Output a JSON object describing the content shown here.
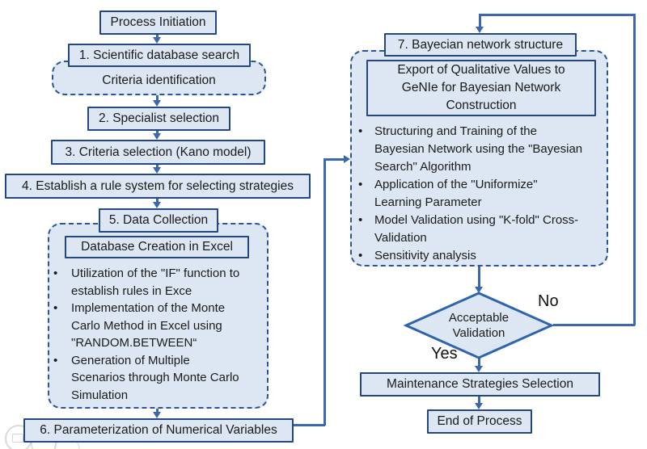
{
  "colors": {
    "box_fill": "#dce7f3",
    "box_border": "#24477e",
    "dashed_border": "#2e5496",
    "arrow": "#3a67ad",
    "diamond_border": "#2e64ab",
    "text": "#1a1a1a"
  },
  "left": {
    "process_initiation": "Process Initiation",
    "step1": "1. Scientific database search",
    "criteria": "Criteria identification",
    "step2": "2. Specialist selection",
    "step3": "3. Criteria selection (Kano model)",
    "step4": "4. Establish a rule system for selecting strategies",
    "step5": "5. Data Collection",
    "db_creation": "Database Creation in Excel",
    "bullet_icon": "•",
    "bullets": [
      "Utilization of the \"IF\" function to\nestablish rules in Exce",
      "Implementation of the Monte\nCarlo Method in Excel using\n\"RANDOM.BETWEEN“",
      "Generation of Multiple\nScenarios through Monte Carlo\nSimulation"
    ],
    "step6": "6. Parameterization of Numerical Variables"
  },
  "right": {
    "step7": "7. Bayecian network structure",
    "export": "Export of Qualitative Values to\nGeNIe for Bayesian Network\nConstruction",
    "bullet_icon": "•",
    "bullets": [
      "Structuring and Training of the\nBayesian Network using the \"Bayesian\nSearch\" Algorithm",
      "Application of the \"Uniformize\"\nLearning Parameter",
      "Model Validation using \"K-fold\" Cross-\nValidation",
      "Sensitivity analysis"
    ],
    "decision": "Acceptable\nValidation",
    "no_label": "No",
    "yes_label": "Yes",
    "maintenance": "Maintenance Strategies Selection",
    "end": "End of Process"
  }
}
